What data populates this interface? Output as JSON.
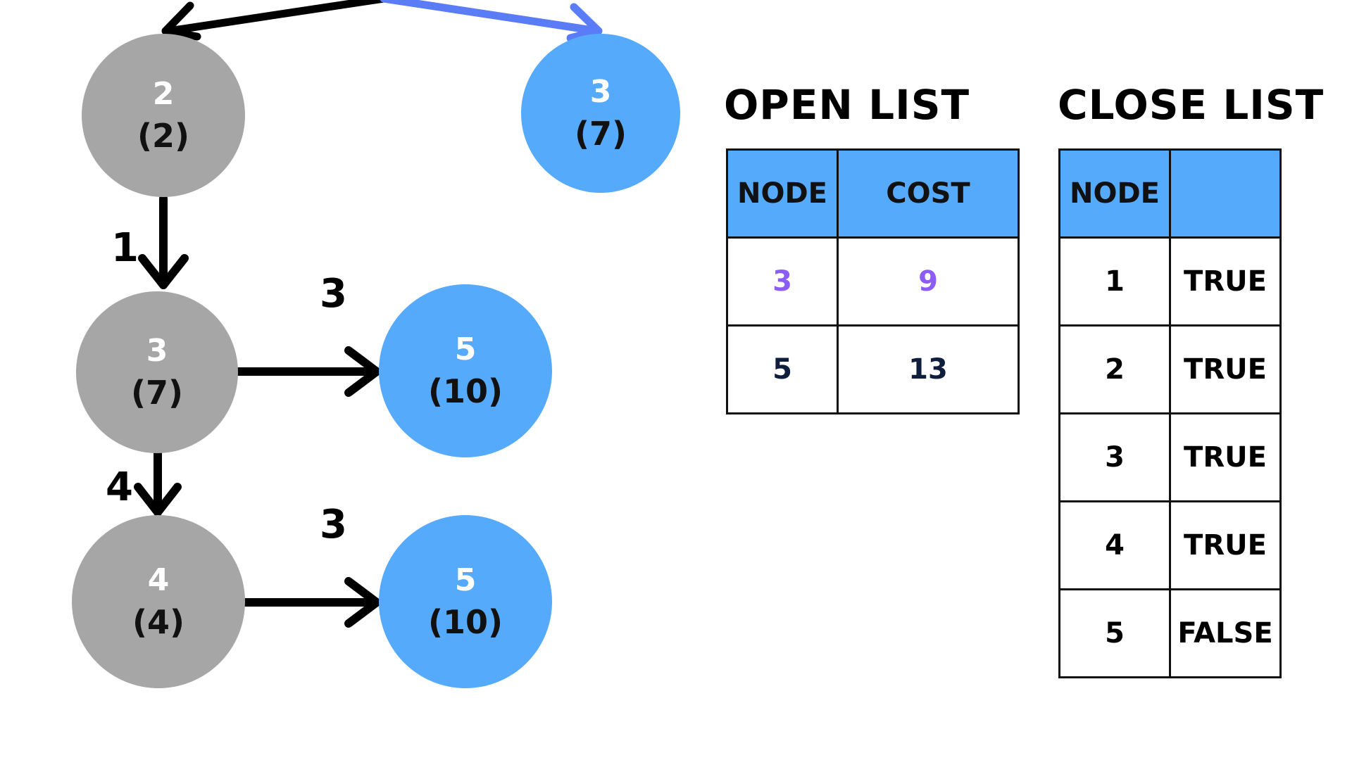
{
  "nodes": [
    {
      "key": "n2",
      "id": "2",
      "cost": "(2)",
      "state": "visited"
    },
    {
      "key": "n3top",
      "id": "3",
      "cost": "(7)",
      "state": "open"
    },
    {
      "key": "n3",
      "id": "3",
      "cost": "(7)",
      "state": "visited"
    },
    {
      "key": "n5a",
      "id": "5",
      "cost": "(10)",
      "state": "open"
    },
    {
      "key": "n4",
      "id": "4",
      "cost": "(4)",
      "state": "visited"
    },
    {
      "key": "n5b",
      "id": "5",
      "cost": "(10)",
      "state": "open"
    }
  ],
  "edge_labels": {
    "e2_3": "1",
    "e3_5": "3",
    "e3_4": "4",
    "e4_5": "3"
  },
  "open_list": {
    "title": "OPEN LIST",
    "headers": [
      "NODE",
      "COST"
    ],
    "rows": [
      {
        "node": "3",
        "cost": "9"
      },
      {
        "node": "5",
        "cost": "13"
      }
    ]
  },
  "close_list": {
    "title": "CLOSE LIST",
    "headers": [
      "NODE",
      ""
    ],
    "rows": [
      {
        "node": "1",
        "value": "TRUE"
      },
      {
        "node": "2",
        "value": "TRUE"
      },
      {
        "node": "3",
        "value": "TRUE"
      },
      {
        "node": "4",
        "value": "TRUE"
      },
      {
        "node": "5",
        "value": "FALSE"
      }
    ]
  },
  "colors": {
    "visited": "#a6a6a6",
    "open": "#56aafb",
    "highlight": "#8b5cf6",
    "edge": "#000000",
    "edge_active": "#5b7cf7"
  }
}
